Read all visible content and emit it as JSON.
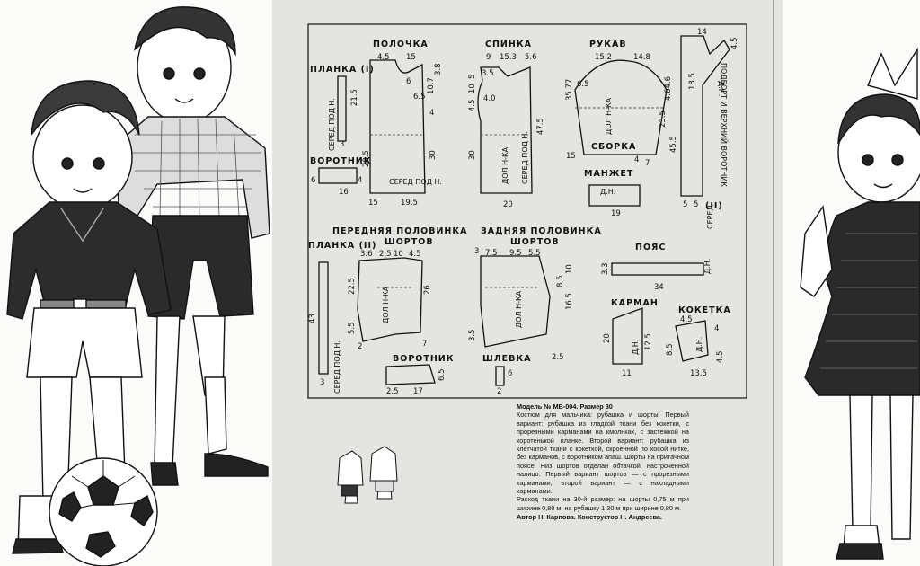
{
  "pattern": {
    "polochka": "ПОЛОЧКА",
    "spinka": "СПИНКА",
    "rukav": "РУКАВ",
    "planka1": "ПЛАНКА (I)",
    "vorotnik_top": "ВОРОТНИК",
    "sered_podn_a": "СЕРЕД ПОД Н.",
    "sered_podn_b": "СЕРЕД ПОД Н.",
    "sered_podn_back": "СЕРЕД ПОД Н.",
    "dol_n_ka_sleeve": "ДОЛ Н-КА",
    "dol_n_ka_back": "ДОЛ Н-КА",
    "sborka": "СБОРКА",
    "manzhet": "МАНЖЕТ",
    "podbort": "ПОДБОРТ И ВЕРХНИЙ ВОРОТНИК",
    "podbort_roman": "(II)",
    "perednyaya_polovinka": "ПЕРЕДНЯЯ ПОЛОВИНКА",
    "zadnyaya_polovinka": "ЗАДНЯЯ ПОЛОВИНКА",
    "shortov_a": "ШОРТОВ",
    "shortov_b": "ШОРТОВ",
    "planka2": "ПЛАНКА (II)",
    "poyas": "ПОЯС",
    "sered_poyas": "СЕРЕД",
    "karman": "КАРМАН",
    "koketka": "КОКЕТКА",
    "vorotnik_bottom": "ВОРОТНИК",
    "shlevka": "ШЛЕВКА",
    "dol_n_ka_shorts_front": "ДОЛ Н-КА",
    "dol_n_ka_shorts_back": "ДОЛ Н-КА",
    "dn_short": "Д.Н."
  },
  "dims": {
    "p_45": "4.5",
    "p_15": "15",
    "p_107": "10.7",
    "p_38": "3.8",
    "p_6": "6",
    "p_65": "6.5",
    "p_4": "4",
    "p_30": "30",
    "p_205": "20.5",
    "p_15b": "15",
    "p_195": "19.5",
    "s_9": "9",
    "s_153": "15.3",
    "s_56": "5.6",
    "s_35": "3.5",
    "s_45": "4.5",
    "s_10": "10",
    "s_5": "5",
    "s_40": "4.0",
    "s_30": "30",
    "s_475": "47.5",
    "s_20": "20",
    "r_152": "15.2",
    "r_148": "14.8",
    "r_3577": "35.77",
    "r_65": "6.5",
    "r_4646": "4.64.6",
    "r_235": "23.5",
    "r_455": "45.5",
    "r_15": "15",
    "r_4": "4",
    "r_7": "7",
    "r_19": "19",
    "pl_215": "21.5",
    "pl_3": "3",
    "pl_6": "6",
    "pl_16": "16",
    "pl_4": "4",
    "pd_14": "14",
    "pd_45": "4.5",
    "pd_135": "13.5",
    "pd_5": "5",
    "pd_5b": "5",
    "sh_36": "3.6",
    "sh_25": "2.5",
    "sh_10": "10",
    "sh_45": "4.5",
    "sh_225": "22.5",
    "sh_26": "26",
    "sh_55": "5.5",
    "sh_2": "2",
    "sh_7": "7",
    "z_75": "7.5",
    "z_95": "9.5",
    "z_55": "5.5",
    "z_85": "8.5",
    "z_165": "16.5",
    "z_25": "2.5",
    "z_35": "3.5",
    "z_10": "10",
    "z_3": "3",
    "po_33": "3.3",
    "po_34": "34",
    "k_20": "20",
    "k_125": "12.5",
    "k_11": "11",
    "ko_45": "4.5",
    "ko_4": "4",
    "ko_85": "8.5",
    "ko_135": "13.5",
    "ko_45b": "4.5",
    "v_25": "2.5",
    "v_17": "17",
    "v_65": "6.5",
    "v_6": "6",
    "v_2": "2",
    "pl2_43": "43",
    "pl2_3": "3"
  },
  "description": {
    "heading": "Модель № МВ-004. Размер 30",
    "body": "Костюм для мальчика: рубашка и шорты. Первый вариант: рубашка из гладкой ткани без кокетки, с прорезными карманами на кмолнках, с застежкой на коротенькой планке. Второй вариант: рубашка из клетчатой ткани с кокеткой, скроенной по косой нитке, без карманов, с воротником апаш. Шорты на притачном поясе. Низ шортов отделан обтачкой, настроченной налицо. Первый вариант шортов — с прорезными карманами, второй вариант — с накладными карманами.",
    "fabric": "Расход ткани на 30-й размер: на шорты 0,75 м при ширине 0,80 м, на рубашку 1,30 м при ширине 0,80 м.",
    "authors": "Автор Н. Карпова. Конструктор Н. Андреева."
  }
}
